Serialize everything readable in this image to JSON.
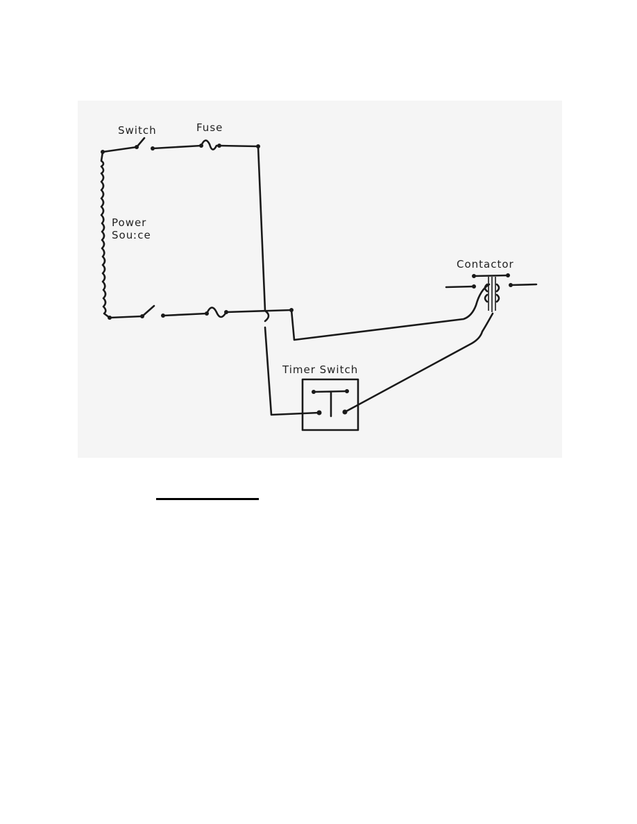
{
  "diagram": {
    "labels": {
      "switch": "Switch",
      "fuse": "Fuse",
      "power": "Power",
      "source": "Souːce",
      "contactor": "Contactor",
      "timer_switch": "Timer Switch"
    }
  },
  "colors": {
    "ink": "#1a1a1a",
    "scan_background": "#f5f5f5"
  }
}
